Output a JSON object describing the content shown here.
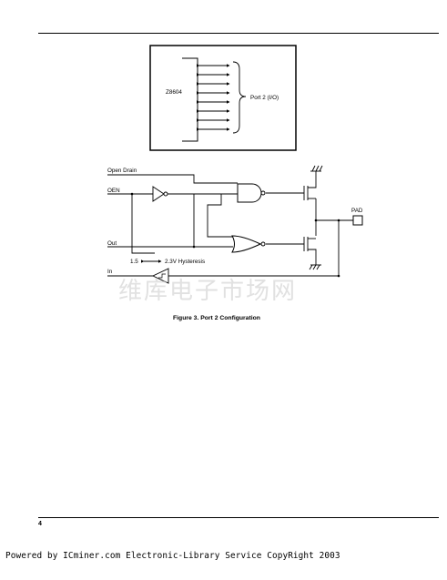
{
  "chip_label": "Z8604",
  "port_label": "Port 2 (I/O)",
  "signals": {
    "open_drain": "Open Drain",
    "oen": "OEN",
    "out": "Out",
    "in": "In",
    "pad": "PAD"
  },
  "hysteresis": {
    "low": "1.5",
    "high": "2.3V Hysteresis"
  },
  "caption": "Figure 3. Port 2 Configuration",
  "watermark": "维库电子市场网",
  "page_number": "4",
  "footer": "Powered by ICminer.com Electronic-Library Service CopyRight 2003"
}
